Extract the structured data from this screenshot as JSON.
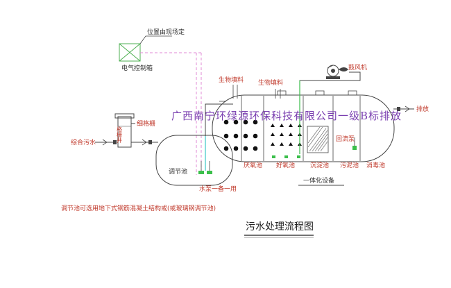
{
  "colors": {
    "line": "#444444",
    "pink": "#e08ad6",
    "green": "#3bbf4b",
    "cyan": "#39c6c6",
    "red": "#c0392b",
    "box_green": "#4caf50",
    "watermark": "#7a3fb0"
  },
  "labels": {
    "location_note": "位置由现场定",
    "control_box": "电气控制箱",
    "bio_filler_1": "生物填料",
    "bio_filler_2": "生物填料",
    "blower": "鼓风机",
    "discharge": "排放",
    "mixed_sewage": "综合污水",
    "grille": "格栅井",
    "grille_side": "细格栅",
    "reflux_pump": "回流泵",
    "regulating_tank": "调节池",
    "pump_note": "水泵一备一用",
    "tank_note": "调节池可选用地下式钢筋混凝土结构或(或玻璃钢调节池)",
    "anoxic": "厌氧池",
    "aerobic": "好氧池",
    "sedimentation": "沉淀池",
    "sludge": "污泥池",
    "disinfection": "消毒池",
    "integrated_unit": "一体化设备",
    "diagram_title": "污水处理流程图",
    "watermark": "广西南宁环绿源环保科技有限公司一级B标排放"
  }
}
